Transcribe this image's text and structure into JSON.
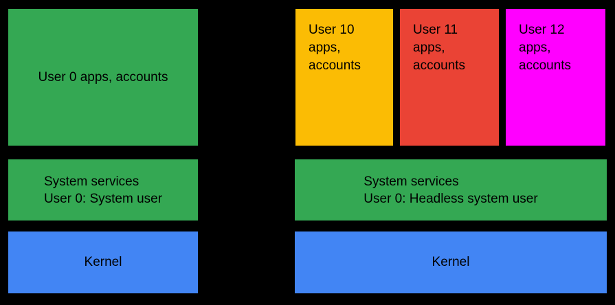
{
  "colors": {
    "background": "#000000",
    "green": "#34A853",
    "blue": "#4285F4",
    "yellow": "#FBBC04",
    "red": "#EA4335",
    "magenta": "#FF00FF",
    "text": "#000000"
  },
  "left_stack": {
    "apps_label": "User 0 apps, accounts",
    "services_line1": "System services",
    "services_line2": "User 0: System user",
    "kernel_label": "Kernel"
  },
  "right_stack": {
    "user_boxes": [
      {
        "lines": [
          "User 10",
          "apps,",
          "accounts"
        ],
        "color": "#FBBC04"
      },
      {
        "lines": [
          "User 11",
          "apps,",
          "accounts"
        ],
        "color": "#EA4335"
      },
      {
        "lines": [
          "User 12",
          "apps,",
          "accounts"
        ],
        "color": "#FF00FF"
      }
    ],
    "services_line1": "System services",
    "services_line2": "User 0: Headless system user",
    "kernel_label": "Kernel"
  }
}
